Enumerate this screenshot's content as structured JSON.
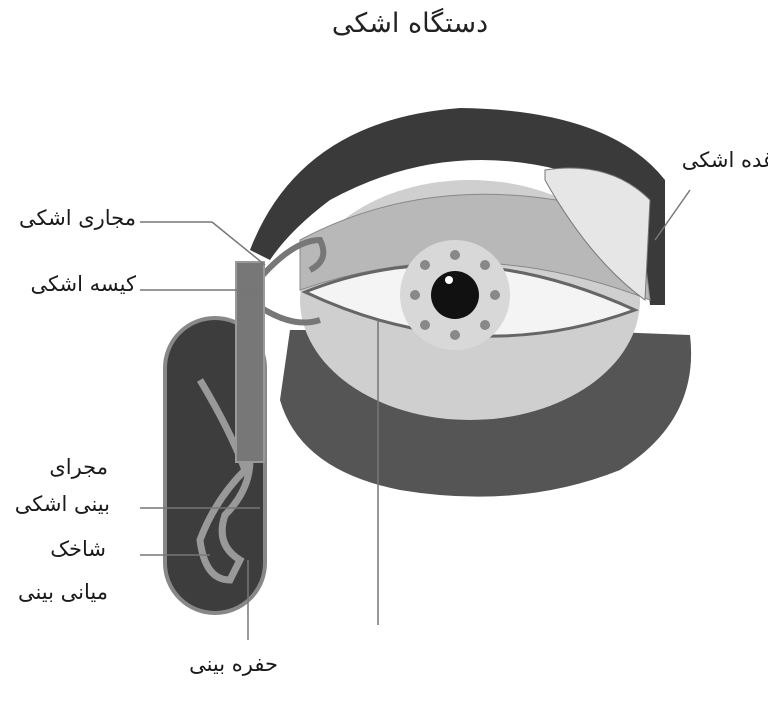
{
  "title": "دستگاه اشکی",
  "labels": {
    "lacrimal_gland": "غده اشکی",
    "lacrimal_canals": "مجاری اشکی",
    "lacrimal_sac": "کیسه اشکی",
    "nasolacrimal_duct_line1": "مجرای",
    "nasolacrimal_duct_line2": "بینی اشکی",
    "middle_concha_line1": "شاخک",
    "middle_concha_line2": "میانی بینی",
    "nasal_cavity": "حفره بینی"
  }
}
